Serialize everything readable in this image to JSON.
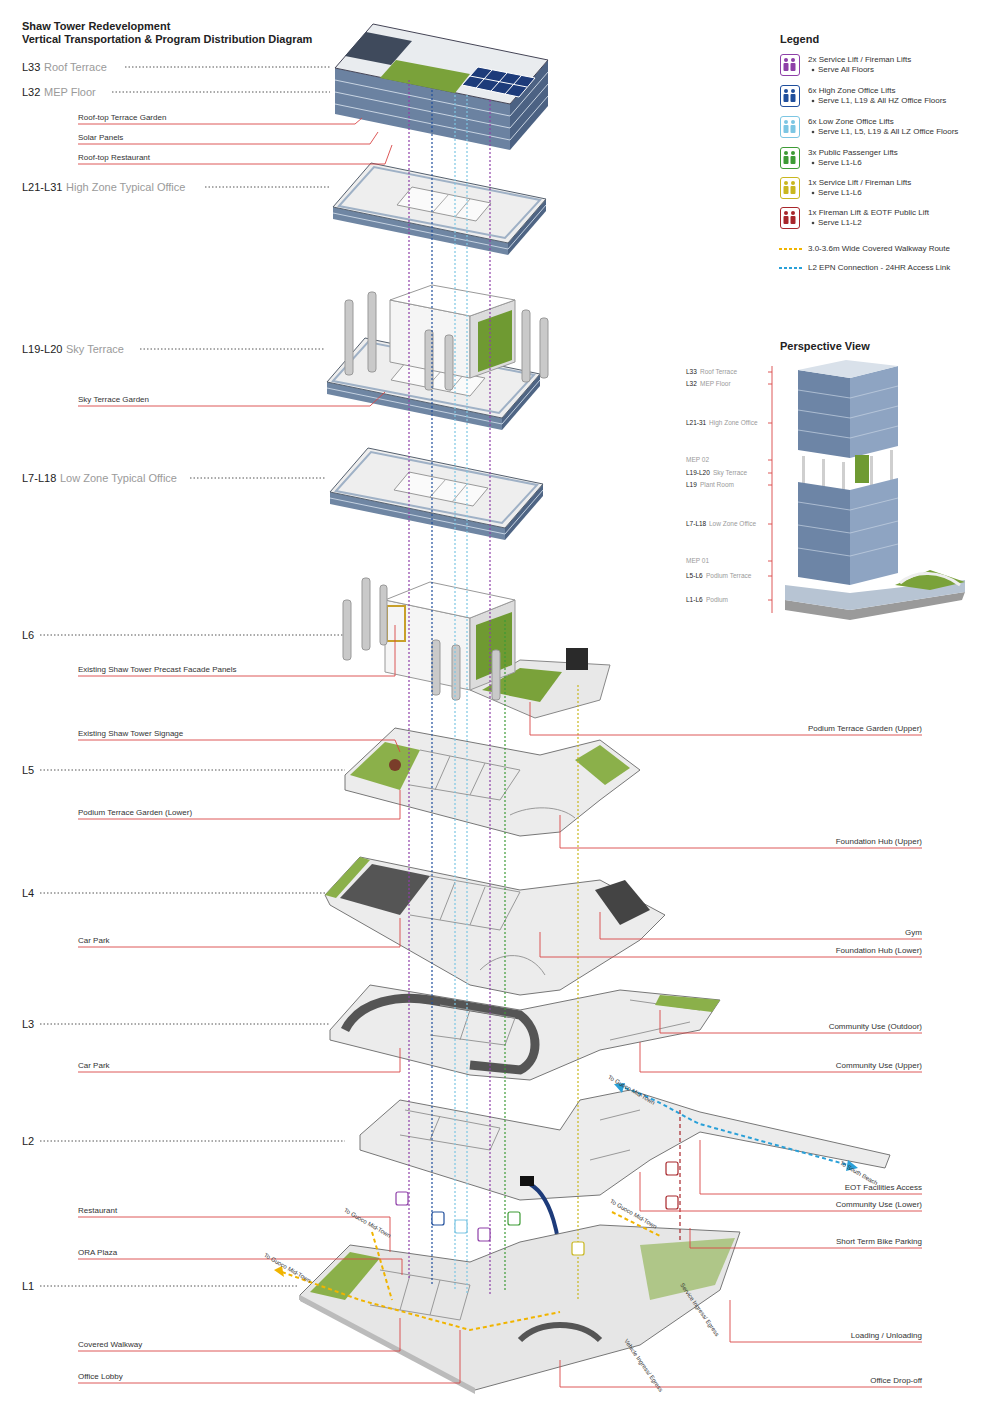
{
  "diagram": {
    "title": "Shaw Tower Redevelopment",
    "labels": [
      "Vertical Transportation & Program Distribution Diagram",
      "L33",
      "Roof Terrace",
      "L32",
      "MEP Floor",
      "Roof-top Terrace Garden",
      "Solar Panels",
      "Roof-top Restaurant",
      "L21-L31",
      "High Zone Typical Office",
      "L19-L20",
      "Sky Terrace",
      "Sky Terrace Garden",
      "L7-L18",
      "Low Zone Typical Office",
      "L6",
      "Existing Shaw Tower Precast Facade Panels",
      "Existing Shaw Tower Signage",
      "L5",
      "Podium Terrace Garden (Lower)",
      "L4",
      "Car Park",
      "L3",
      "Car Park",
      "L2",
      "Restaurant",
      "ORA Plaza",
      "L1",
      "Covered Walkway",
      "Office Lobby",
      "Podium Terrace Garden (Upper)",
      "Foundation Hub (Upper)",
      "Gym",
      "Foundation Hub (Lower)",
      "Community Use (Outdoor)",
      "Community Use (Upper)",
      "EOT Facilities Access",
      "Community Use (Lower)",
      "Short Term Bike Parking",
      "Loading / Unloading",
      "Office Drop-off",
      "To Guoco Mid-Town",
      "To South Beach",
      "To Guoco Mid-Town",
      "To Guoco Mid-Town",
      "To Guoco Mid-Town",
      "Service Ingress/ Egress",
      "Vehicle Ingress/ Egress",
      "Legend",
      "Serve All Floors",
      "Serve L1, L19 & All HZ Office Floors",
      "Serve L1, L5, L19 & All LZ Office Floors",
      "Serve L1-L6",
      "Serve L1-L6",
      "Serve L1-L2",
      "Perspective View",
      "L33",
      "Roof Terrace",
      "L32",
      "MEP Floor",
      "L21-31",
      "High Zone Office",
      "MEP 02",
      "L19-L20",
      "Sky Terrace",
      "L19",
      "Plant Room",
      "L7-L18",
      "Low Zone Office",
      "MEP 01",
      "L5-L6",
      "Podium Terrace",
      "L1-L6",
      "Podium"
    ],
    "legend": [
      {
        "text": "2x Service Lift / Fireman Lifts",
        "color": "#8e3fa8"
      },
      {
        "text": "6x High Zone Office Lifts",
        "color": "#1f4e9c"
      },
      {
        "text": "6x Low Zone Office Lifts",
        "color": "#7cc6e3"
      },
      {
        "text": "3x Public Passenger Lifts",
        "color": "#3d9b35"
      },
      {
        "text": "1x Service Lift / Fireman Lifts",
        "color": "#c9b71e"
      },
      {
        "text": "1x Fireman Lift & EOTF Public Lift",
        "color": "#a8262b"
      },
      {
        "text": "3.0-3.6m Wide Covered Walkway Route"
      },
      {
        "text": "L2 EPN Connection - 24HR Access Link"
      }
    ]
  }
}
